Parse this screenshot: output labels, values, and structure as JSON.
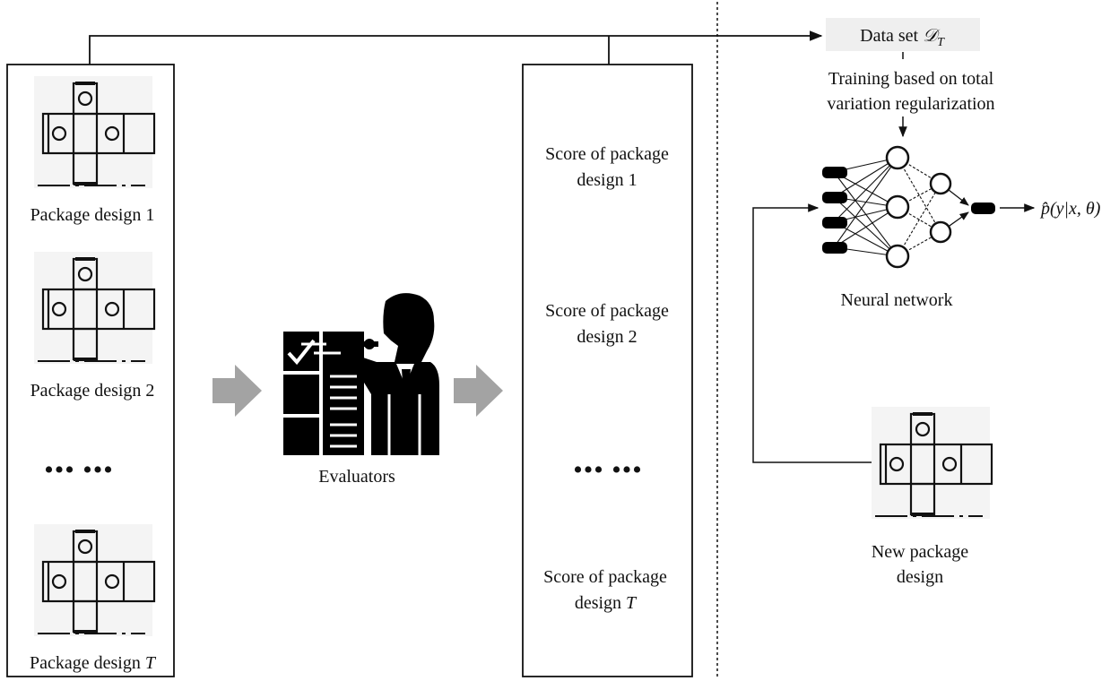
{
  "left_panel": {
    "designs": [
      {
        "prefix": "Package design ",
        "num": "1"
      },
      {
        "prefix": "Package design ",
        "num": "2"
      },
      {
        "prefix": "Package design ",
        "num": "T"
      }
    ],
    "ellipsis": "••• •••"
  },
  "evaluators": {
    "label": "Evaluators"
  },
  "scores": {
    "items": [
      {
        "line1": "Score of package",
        "line2": "design ",
        "num": "1"
      },
      {
        "line1": "Score of package",
        "line2": "design ",
        "num": "2"
      },
      {
        "line1": "Score of package",
        "line2": "design ",
        "num": "T"
      }
    ],
    "ellipsis": "••• •••"
  },
  "dataset": {
    "text": "Data set ",
    "symbol": "𝒟",
    "sub": "T"
  },
  "training": {
    "line1": "Training based on total",
    "line2": "variation regularization"
  },
  "network": {
    "label": "Neural network",
    "output": "p̂(y|x, θ)"
  },
  "new_design": {
    "line1": "New package",
    "line2": "design"
  },
  "colors": {
    "arrow_gray": "#a3a3a3",
    "ink": "#111111",
    "box_bg": "#efefef"
  }
}
